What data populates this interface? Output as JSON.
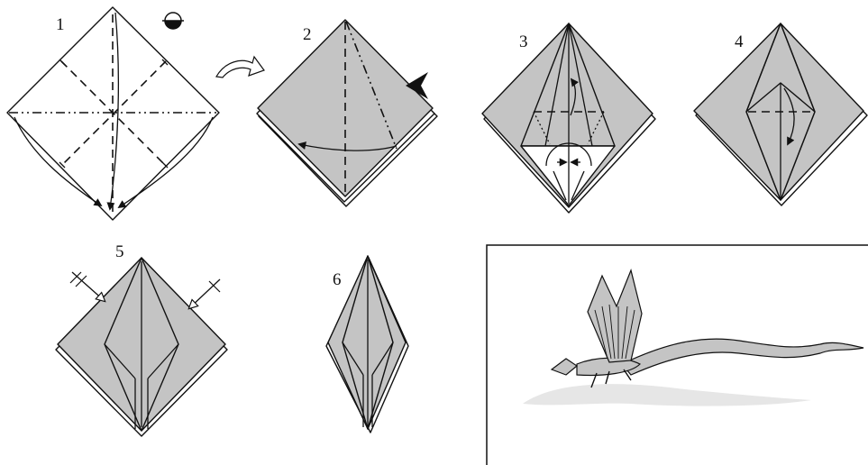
{
  "steps": [
    {
      "id": "step-1",
      "number": "1"
    },
    {
      "id": "step-2",
      "number": "2"
    },
    {
      "id": "step-3",
      "number": "3"
    },
    {
      "id": "step-4",
      "number": "4"
    },
    {
      "id": "step-5",
      "number": "5"
    },
    {
      "id": "step-6",
      "number": "6"
    }
  ],
  "symbols": {
    "turn_over": "turn-over-icon",
    "push_in": "push-in-arrowhead-icon",
    "repeat_marks": "repeat-tick-icon"
  },
  "colors": {
    "paper_colored": "#c4c4c4",
    "paper_white": "#ffffff",
    "lines": "#111111",
    "shadow": "#e6e6e6"
  }
}
